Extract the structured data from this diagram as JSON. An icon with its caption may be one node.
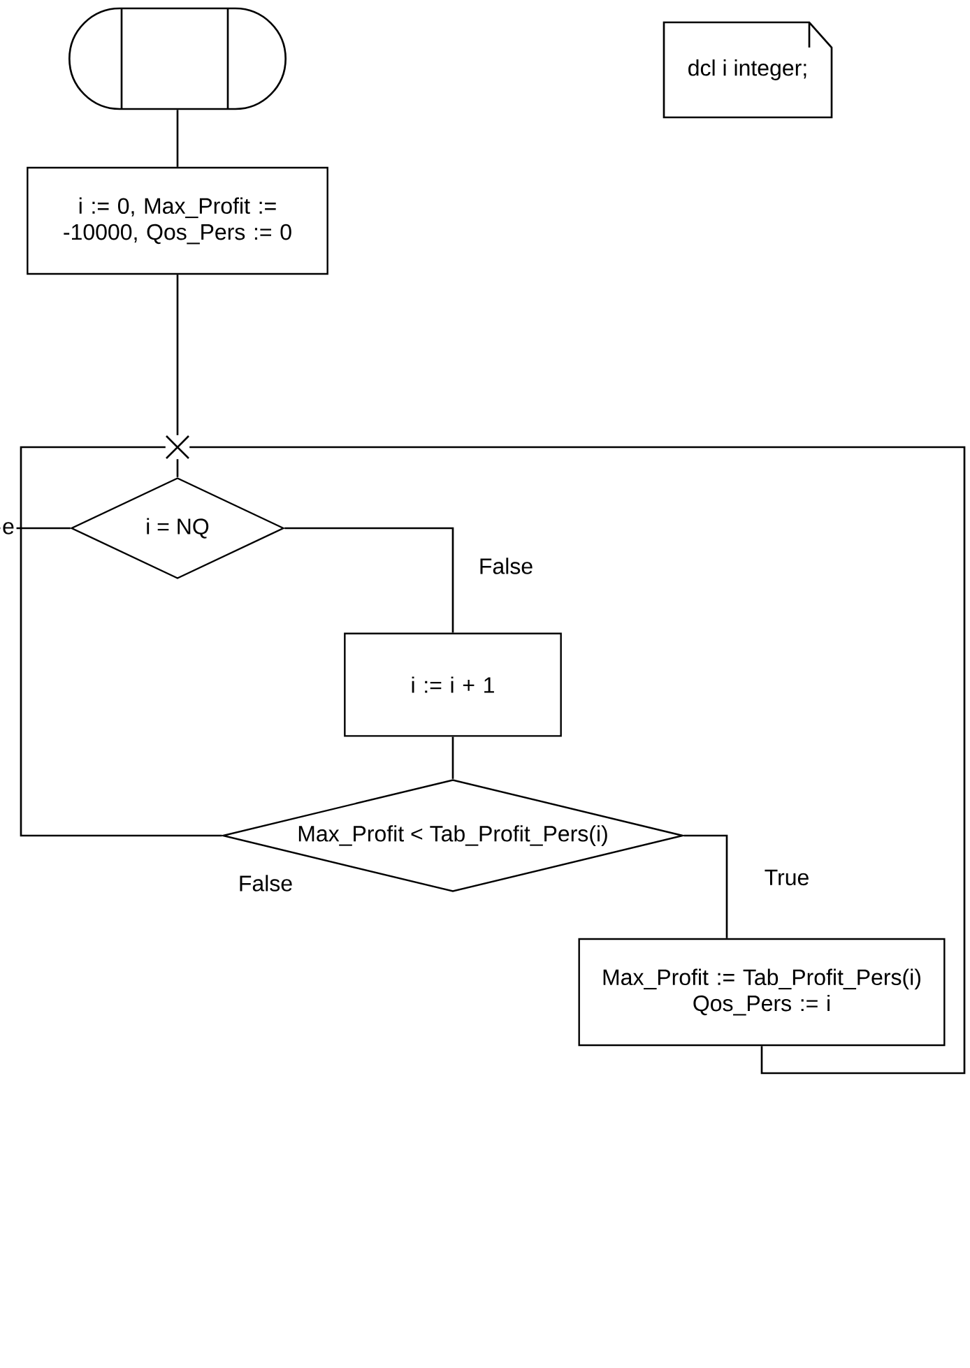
{
  "diagram": {
    "nodes": [
      {
        "text": [],
        "shape": "stadium"
      },
      {
        "text": [
          "i := 0, Max_Profit := -10000, Qos_Pers := 0"
        ]
      },
      {
        "text": [
          "dcl i integer;"
        ]
      },
      {
        "text": [],
        "shape": "cross"
      },
      {
        "text": [
          "i = NQ"
        ]
      },
      {
        "text": [
          "i := i + 1"
        ]
      },
      {
        "text": [
          "Max_Profit < Tab_Profit_Pers(i)"
        ]
      },
      {
        "text": [
          "Max_Profit := Tab_Profit_Pers(i) Qos_Pers := i"
        ]
      }
    ],
    "edges": [
      {
        "from": 0,
        "to": 1,
        "arrow": "none"
      },
      {
        "from": 1,
        "to": 3,
        "arrow": "none"
      },
      {
        "from": 3,
        "to": 4,
        "arrow": "none"
      },
      {
        "from": 4,
        "to": 5,
        "arrow": "none",
        "label": "False"
      },
      {
        "from": 4,
        "to": null,
        "arrow": "none",
        "label": "e"
      },
      {
        "from": 5,
        "to": 6,
        "arrow": "none"
      },
      {
        "from": 6,
        "to": 3,
        "arrow": "none",
        "label": "False"
      },
      {
        "from": 6,
        "to": 7,
        "arrow": "none",
        "label": "True"
      },
      {
        "from": 7,
        "to": 3,
        "arrow": "none"
      }
    ]
  }
}
